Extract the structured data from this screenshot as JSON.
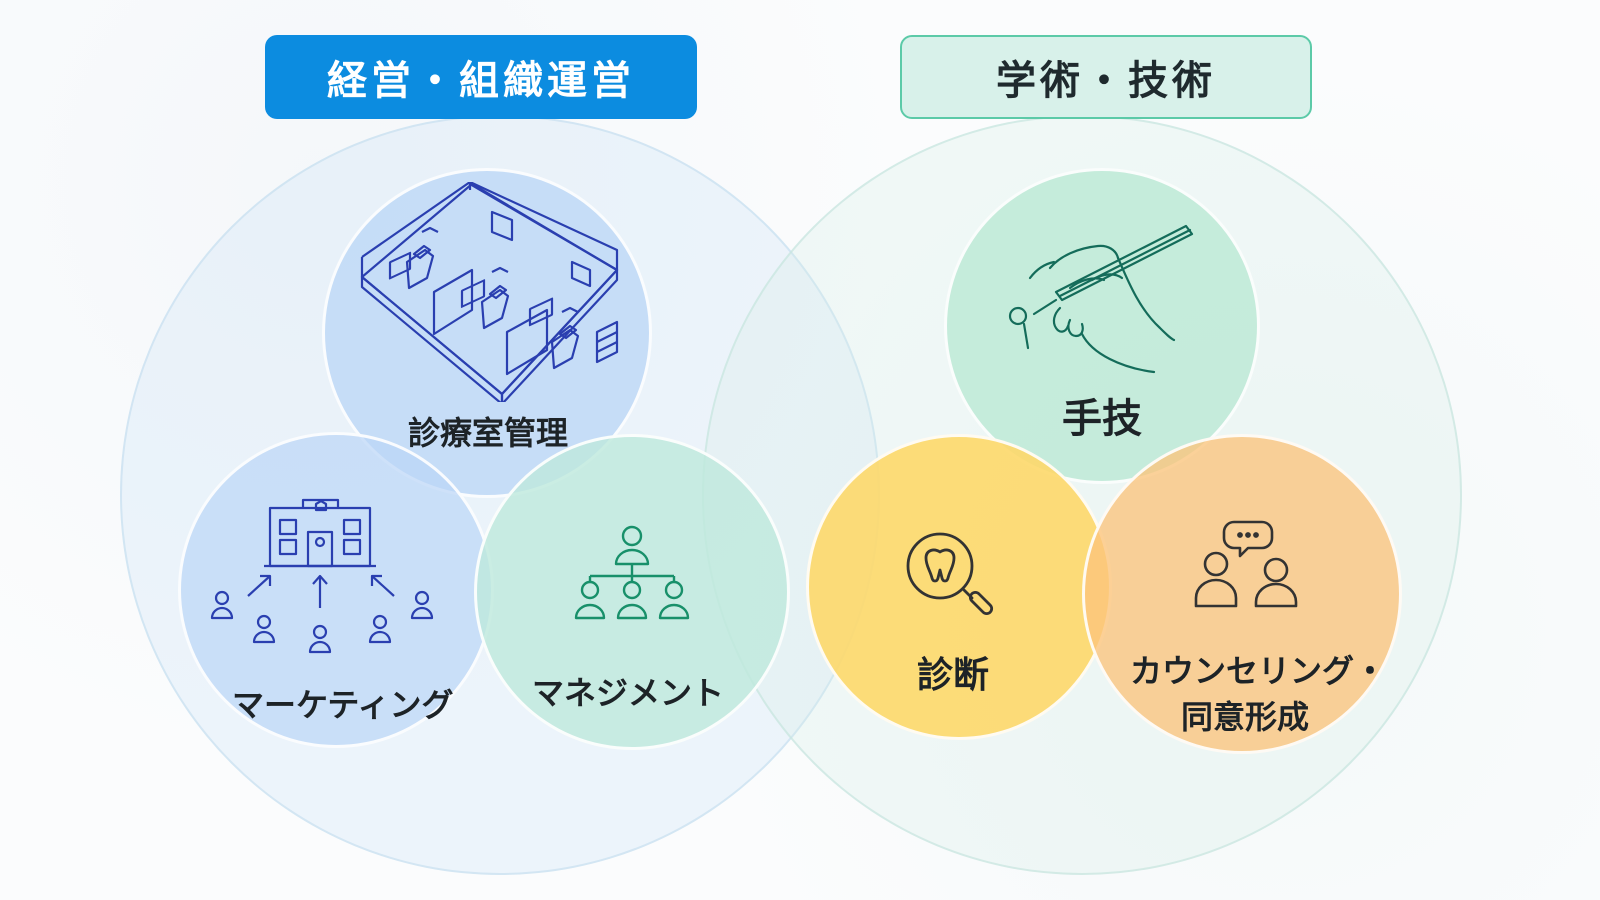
{
  "headers": {
    "left": "経営・組織運営",
    "right": "学術・技術"
  },
  "left_group": {
    "items": [
      {
        "label": "診療室管理",
        "icon": "clinic-room-isometric-icon"
      },
      {
        "label": "マーケティング",
        "icon": "clinic-building-people-icon"
      },
      {
        "label": "マネジメント",
        "icon": "org-chart-icon"
      }
    ]
  },
  "right_group": {
    "items": [
      {
        "label": "手技",
        "icon": "hand-dental-tool-icon"
      },
      {
        "label": "診断",
        "icon": "tooth-magnifier-icon"
      },
      {
        "label_line1": "カウンセリング・",
        "label_line2": "同意形成",
        "icon": "people-speech-icon"
      }
    ]
  },
  "colors": {
    "left_header": "#0c8ce0",
    "right_header_bg": "#d8f1ea",
    "right_header_border": "#5ccaa8",
    "blue_circle": "#bad6f6",
    "green_circle": "#bee8dc",
    "yellow_circle": "#fdd86a",
    "orange_circle": "#fbc47c",
    "blue_icon": "#2a3fb0",
    "green_icon": "#18906a",
    "dark_icon": "#333333"
  }
}
